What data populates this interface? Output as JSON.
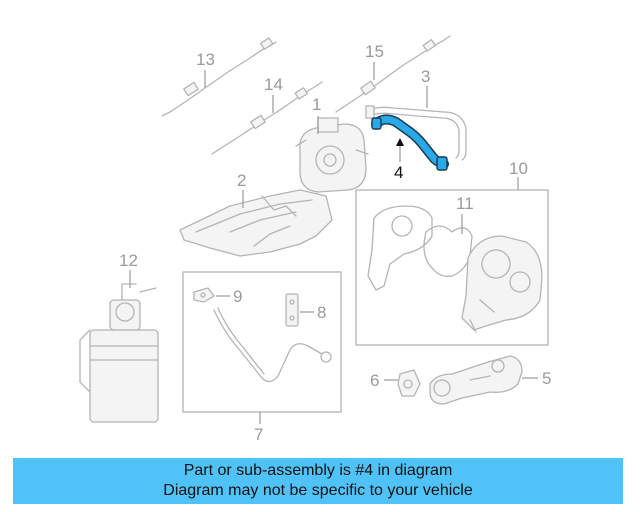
{
  "colors": {
    "highlight_part": "#29a9e8",
    "banner_bg": "#4fc3f7",
    "line_gray": "#b4b4b4",
    "label_gray": "#9a9a9a"
  },
  "callouts": [
    "13",
    "14",
    "1",
    "15",
    "3",
    "4",
    "2",
    "10",
    "11",
    "12",
    "9",
    "8",
    "6",
    "5",
    "7"
  ],
  "highlighted_callout": "4",
  "banner": {
    "line1": "Part or sub-assembly is #4 in diagram",
    "line2": "Diagram may not be specific to your vehicle"
  }
}
